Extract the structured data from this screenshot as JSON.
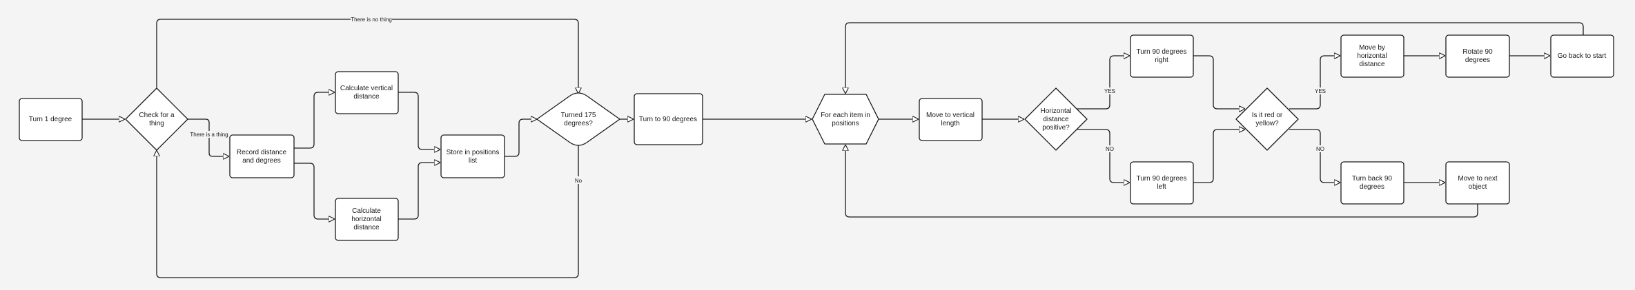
{
  "nodes": {
    "turn1": "Turn 1 degree",
    "check": [
      "Check for a",
      "thing"
    ],
    "record": [
      "Record distance",
      "and degrees"
    ],
    "calcv": [
      "Calculate vertical",
      "distance"
    ],
    "calch": [
      "Calculate",
      "horizontal",
      "distance"
    ],
    "store": [
      "Store in positions",
      "list"
    ],
    "turned": [
      "Turned 175",
      "degrees?"
    ],
    "turn90": "Turn to 90 degrees",
    "foreach": [
      "For each item in",
      "positions"
    ],
    "movev": [
      "Move to vertical",
      "length"
    ],
    "hpos": [
      "Horizontal",
      "distance",
      "positive?"
    ],
    "right": [
      "Turn 90 degrees",
      "right"
    ],
    "left": [
      "Turn 90 degrees",
      "left"
    ],
    "redyellow": [
      "Is it red or",
      "yellow?"
    ],
    "moveh": [
      "Move by",
      "horizontal",
      "distance"
    ],
    "rotate": [
      "Rotate 90",
      "degrees"
    ],
    "goback": "Go back to start",
    "turnback": [
      "Turn back 90",
      "degrees"
    ],
    "movenext": [
      "Move to next",
      "object"
    ]
  },
  "labels": {
    "there_is_no_thing": "There is no thing",
    "there_is_a_thing": "There is a thing",
    "no": "No",
    "hpos_yes": "YES",
    "hpos_no": "NO",
    "ry_yes": "YES",
    "ry_no": "NO"
  }
}
